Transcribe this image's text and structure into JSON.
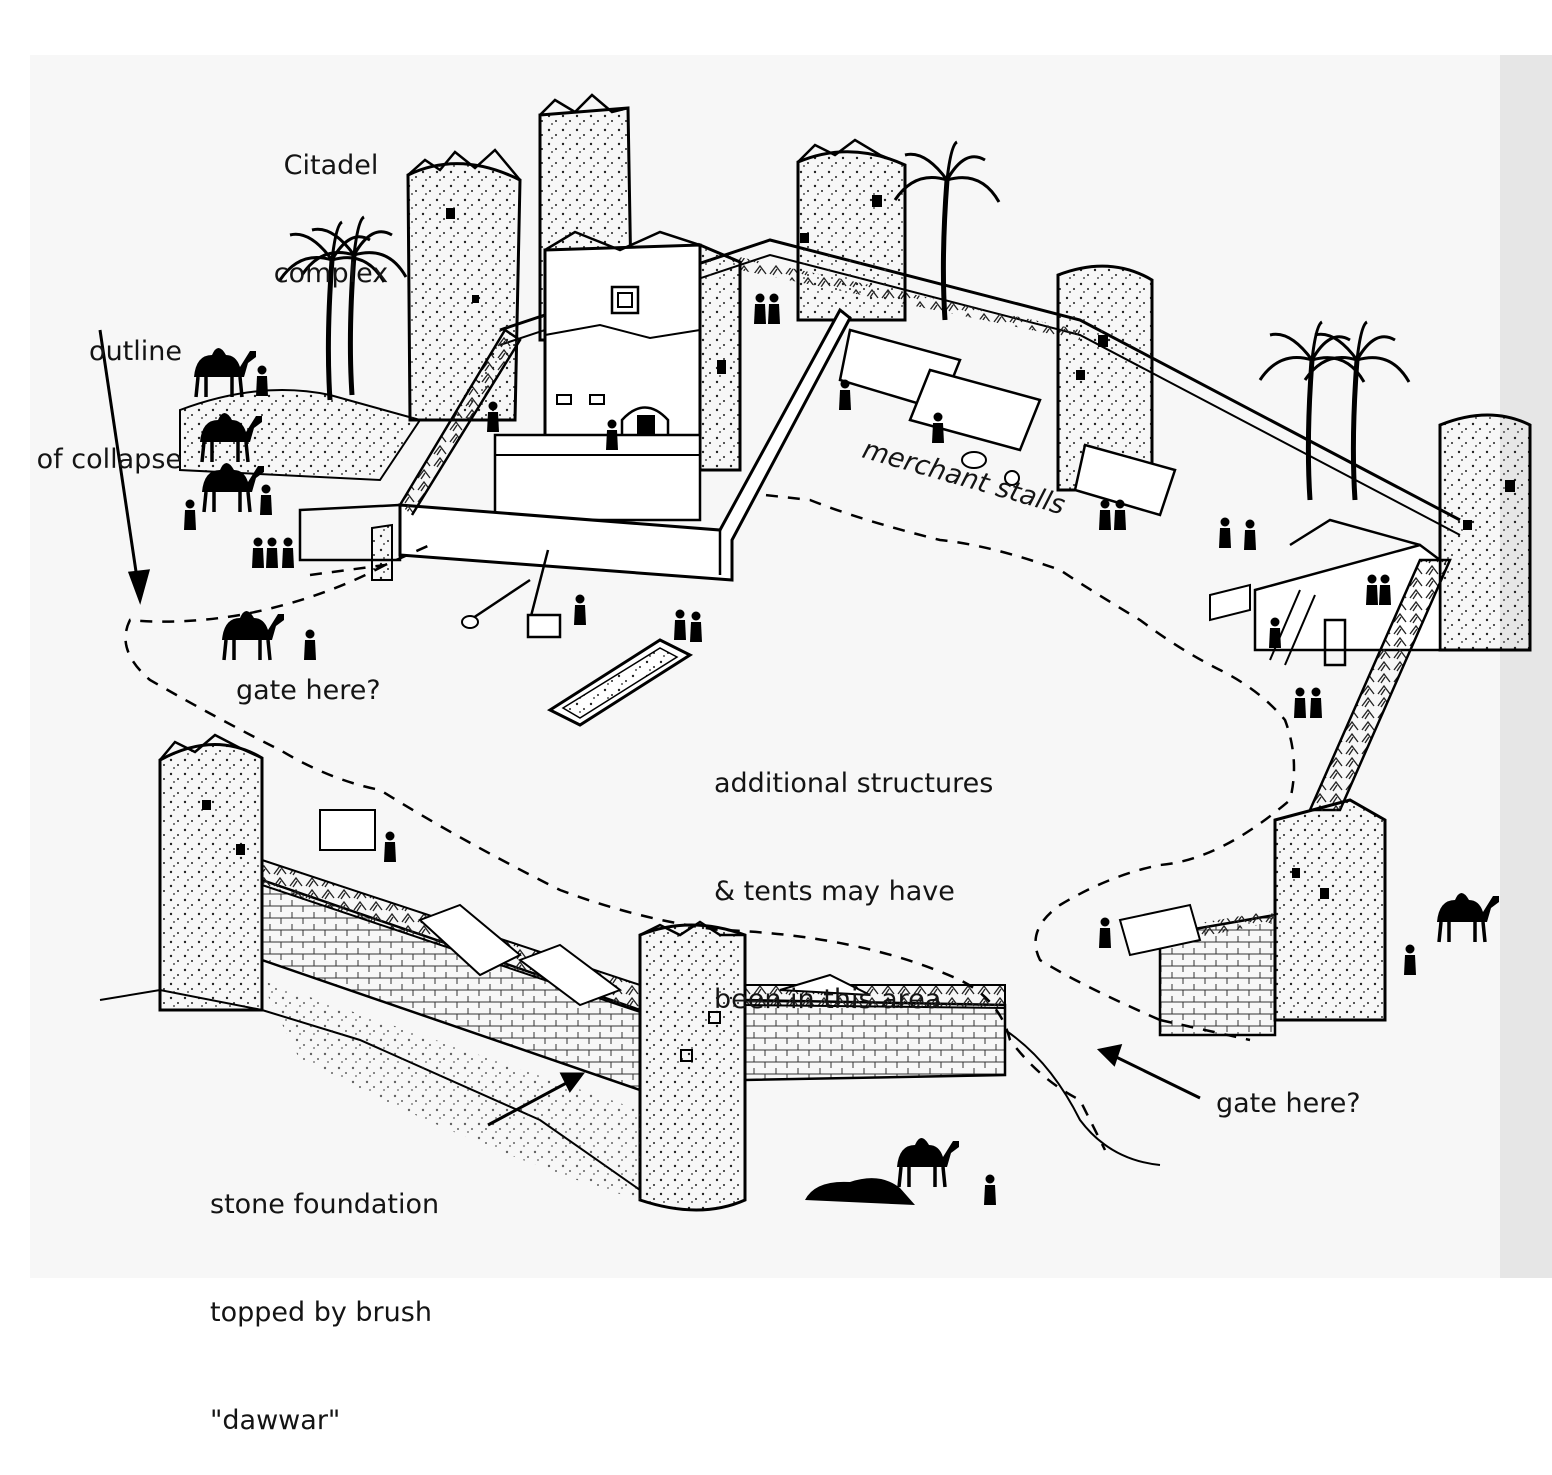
{
  "labels": {
    "citadel": [
      "Citadel",
      "complex"
    ],
    "collapse": [
      "outline",
      "of collapse"
    ],
    "merchant": "merchant stalls",
    "gate_left": "gate here?",
    "additional": [
      "additional structures",
      "& tents may have",
      "been in this area"
    ],
    "stone": [
      "stone foundation",
      "topped by brush",
      "\"dawwar\""
    ],
    "gate_right": "gate here?"
  },
  "colors": {
    "ink": "#141414",
    "paper": "#ffffff",
    "page_tint": "#eeeeee"
  }
}
